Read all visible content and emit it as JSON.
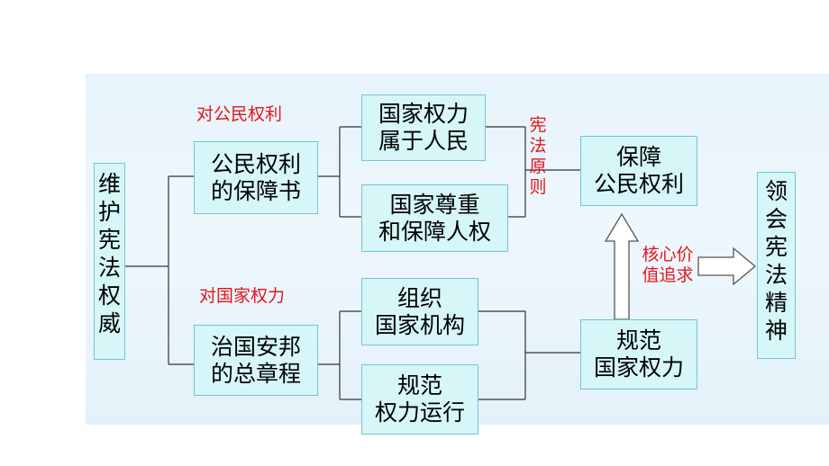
{
  "diagram": {
    "root": "维护宪法权威",
    "label_citizen": "对公民权利",
    "label_state": "对国家权力",
    "node_citizen": "公民权利\n的保障书",
    "node_state": "治国安邦\n的总章程",
    "node_power_people": "国家权力\n属于人民",
    "node_human_rights": "国家尊重\n和保障人权",
    "node_organize": "组织\n国家机构",
    "node_regulate_run": "规范\n权力运行",
    "label_principle": "宪法原则",
    "node_protect_rights": "保障\n公民权利",
    "node_regulate_power": "规范\n国家权力",
    "label_core_value": "核心价\n值追求",
    "node_spirit": "领会宪法精神"
  },
  "colors": {
    "box_fill": "#d6f6f8",
    "box_border": "#6fc6d6",
    "accent_red": "#e8141c",
    "panel_bg": "#e7f3fb"
  }
}
